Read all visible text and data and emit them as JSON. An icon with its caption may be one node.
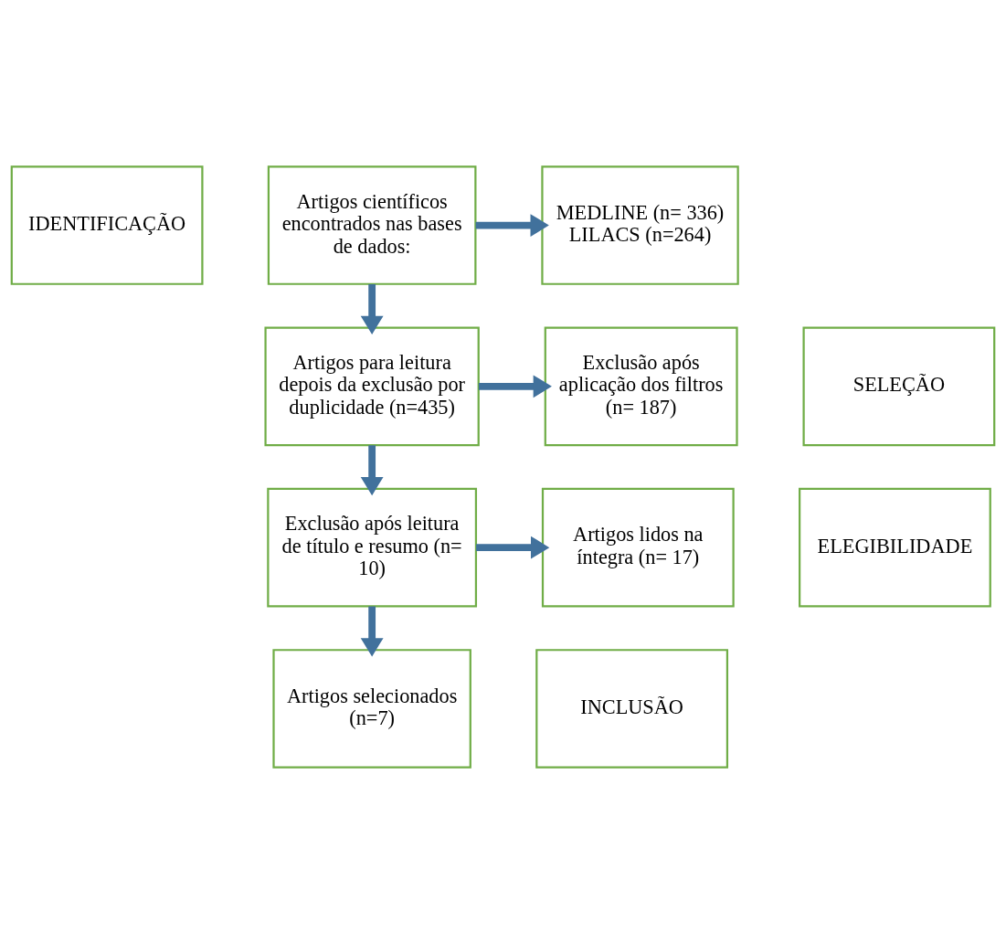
{
  "diagram": {
    "nodes": [
      {
        "text": [
          "IDENTIFICAÇÃO"
        ]
      },
      {
        "text": [
          "Artigos científicos encontrados nas bases de dados:"
        ]
      },
      {
        "text": [
          "MEDLINE (n= 336)",
          "LILACS (n=264)"
        ]
      },
      {
        "text": [
          "SELEÇÃO"
        ]
      },
      {
        "text": [
          "Artigos para leitura depois da exclusão por duplicidade (n=435)"
        ]
      },
      {
        "text": [
          "Exclusão após aplicação dos filtros (n= 187)"
        ]
      },
      {
        "text": [
          "ELEGIBILIDADE"
        ]
      },
      {
        "text": [
          "Exclusão após leitura de título e resumo (n= 10)"
        ]
      },
      {
        "text": [
          "Artigos lidos na íntegra (n= 17)"
        ]
      },
      {
        "text": [
          "INCLUSÃO"
        ]
      },
      {
        "text": [
          "Artigos selecionados (n=7)"
        ]
      }
    ],
    "edges": [
      {
        "from": 1,
        "to": 2,
        "arrow": "to"
      },
      {
        "from": 1,
        "to": 4,
        "arrow": "to"
      },
      {
        "from": 4,
        "to": 5,
        "arrow": "to"
      },
      {
        "from": 4,
        "to": 7,
        "arrow": "to"
      },
      {
        "from": 7,
        "to": 8,
        "arrow": "to"
      },
      {
        "from": 7,
        "to": 10,
        "arrow": "to"
      }
    ]
  }
}
